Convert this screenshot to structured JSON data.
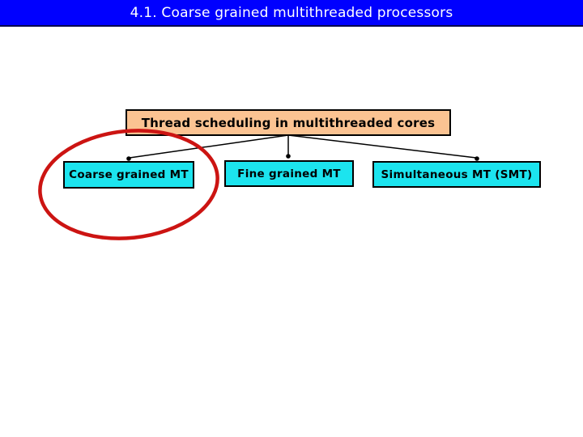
{
  "title_bar": {
    "text": "4.1. Coarse grained multithreaded processors",
    "bg_color": "#0000ff",
    "text_color": "#ffffff"
  },
  "diagram": {
    "root_box": {
      "label": "Thread scheduling in multithreaded cores",
      "fill_color": "#fbc392",
      "border_color": "#000000"
    },
    "child_boxes": [
      {
        "label": "Coarse grained MT",
        "fill_color": "#1ce4ee"
      },
      {
        "label": "Fine grained MT",
        "fill_color": "#1ce4ee"
      },
      {
        "label": "Simultaneous MT (SMT)",
        "fill_color": "#1ce4ee"
      }
    ],
    "connector_color": "#000000",
    "highlight_ellipse": {
      "shape": "ellipse",
      "color": "#cc1412",
      "encircles": "Coarse grained MT"
    }
  }
}
